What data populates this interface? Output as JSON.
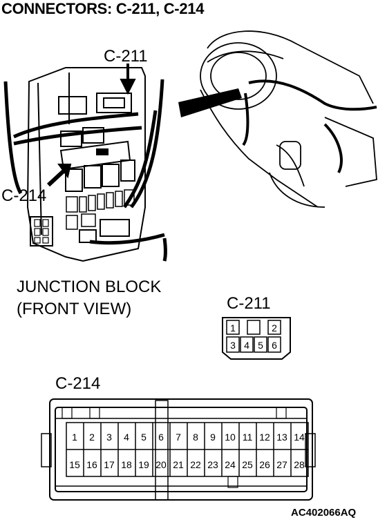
{
  "title": "CONNECTORS: C-211, C-214",
  "labels": {
    "c211_top": "C-211",
    "c214_left": "C-214",
    "junction_block_line1": "JUNCTION BLOCK",
    "junction_block_line2": "(FRONT VIEW)",
    "c211_detail": "C-211",
    "c214_detail": "C-214"
  },
  "connector_c211": {
    "pins_top": [
      "1",
      "",
      "2"
    ],
    "pins_bottom": [
      "3",
      "4",
      "5",
      "6"
    ]
  },
  "connector_c214": {
    "pins_top": [
      "1",
      "2",
      "3",
      "4",
      "5",
      "6",
      "7",
      "8",
      "9",
      "10",
      "11",
      "12",
      "13",
      "14"
    ],
    "pins_bottom": [
      "15",
      "16",
      "17",
      "18",
      "19",
      "20",
      "21",
      "22",
      "23",
      "24",
      "25",
      "26",
      "27",
      "28"
    ]
  },
  "figure_id": "AC402066AQ"
}
